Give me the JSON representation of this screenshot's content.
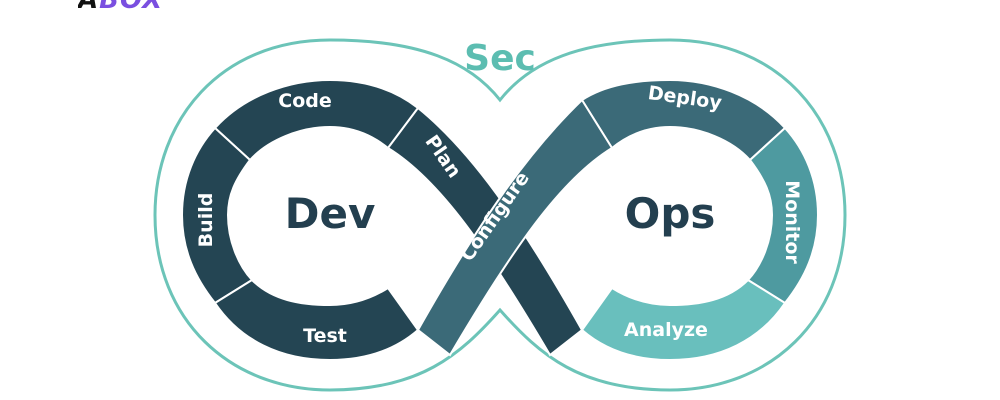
{
  "logo": {
    "text_left": "A",
    "text_right": "BOX",
    "color_left": "#111111",
    "color_right": "#7a4fe0"
  },
  "diagram": {
    "top_label": "Sec",
    "left_loop_label": "Dev",
    "right_loop_label": "Ops",
    "segments": {
      "code": "Code",
      "plan": "Plan",
      "build": "Build",
      "test": "Test",
      "configure": "Configure",
      "deploy": "Deploy",
      "monitor": "Monitor",
      "analyze": "Analyze"
    },
    "colors": {
      "dark": "#244553",
      "mid": "#3b6a78",
      "teal_mid": "#4e9aa0",
      "teal_light": "#69bfbd",
      "outline": "#6cc4b8",
      "text_dark": "#233f4f"
    }
  }
}
